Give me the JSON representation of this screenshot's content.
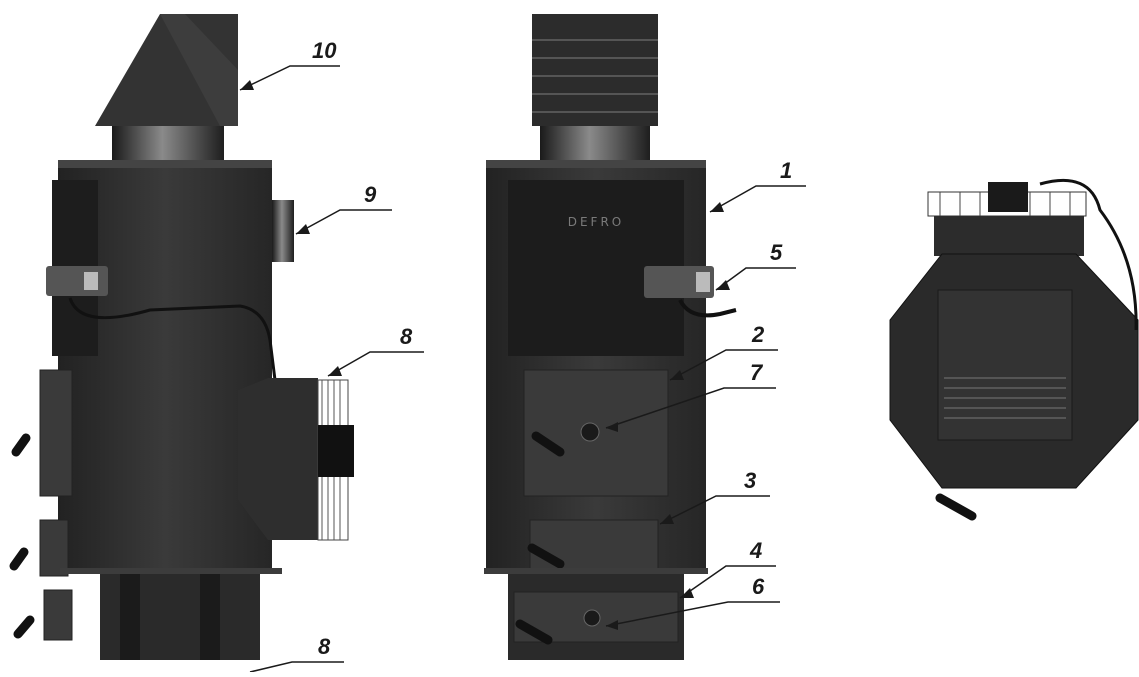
{
  "brand": {
    "logo_text": "DEFRO"
  },
  "callouts": {
    "c1": "1",
    "c2": "2",
    "c3": "3",
    "c4": "4",
    "c5": "5",
    "c6": "6",
    "c7": "7",
    "c8_top": "8",
    "c8_bottom": "8",
    "c9": "9",
    "c10": "10"
  },
  "colors": {
    "body": "#2b2b2b",
    "panel": "#1f1f1f",
    "door": "#3a3a3a",
    "light": "#6d6d6d",
    "controller": "#5a5a5a"
  },
  "views": [
    "side-view",
    "front-view",
    "top-view"
  ]
}
